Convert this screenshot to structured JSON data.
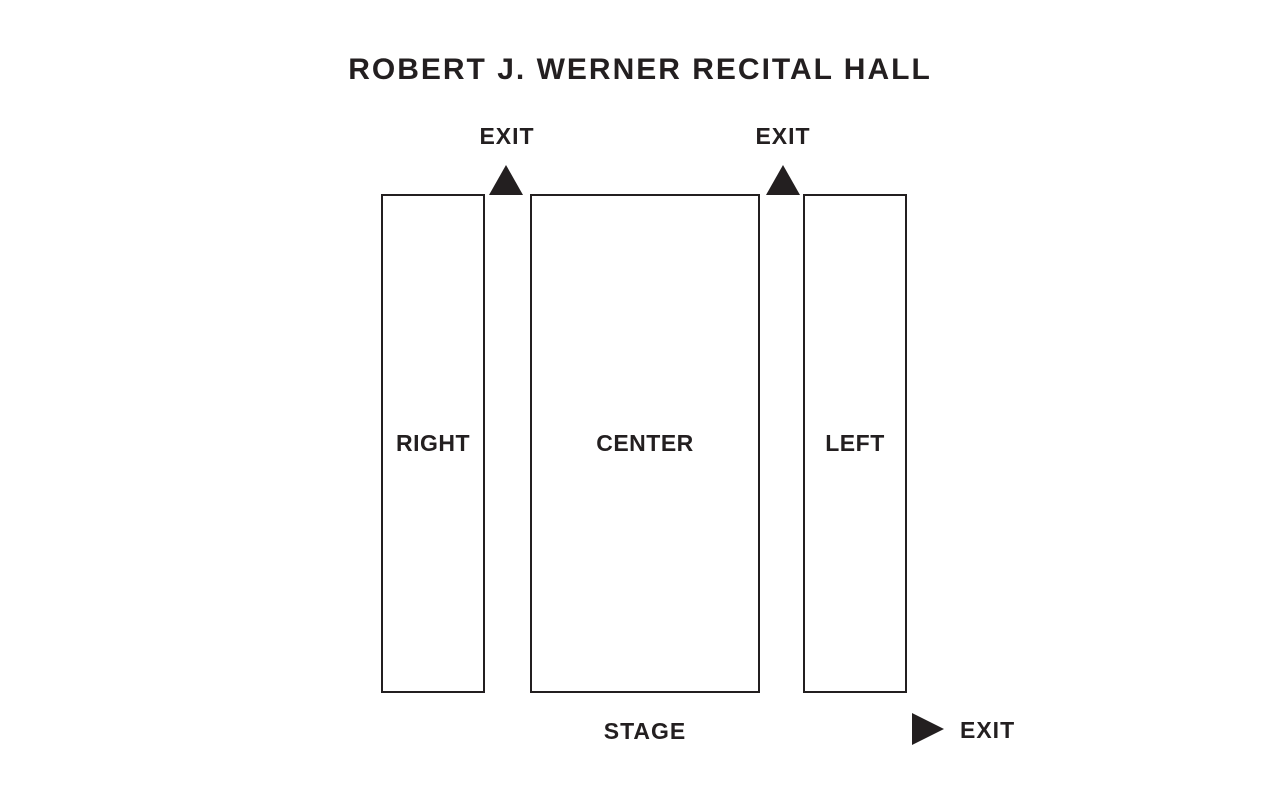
{
  "title": "ROBERT J. WERNER RECITAL HALL",
  "colors": {
    "ink": "#231f20",
    "background": "#ffffff"
  },
  "exits": {
    "top_left": {
      "label": "EXIT"
    },
    "top_right": {
      "label": "EXIT"
    },
    "bottom_right": {
      "label": "EXIT"
    }
  },
  "sections": {
    "right": {
      "label": "RIGHT"
    },
    "center": {
      "label": "CENTER"
    },
    "left": {
      "label": "LEFT"
    }
  },
  "stage": {
    "label": "STAGE"
  }
}
